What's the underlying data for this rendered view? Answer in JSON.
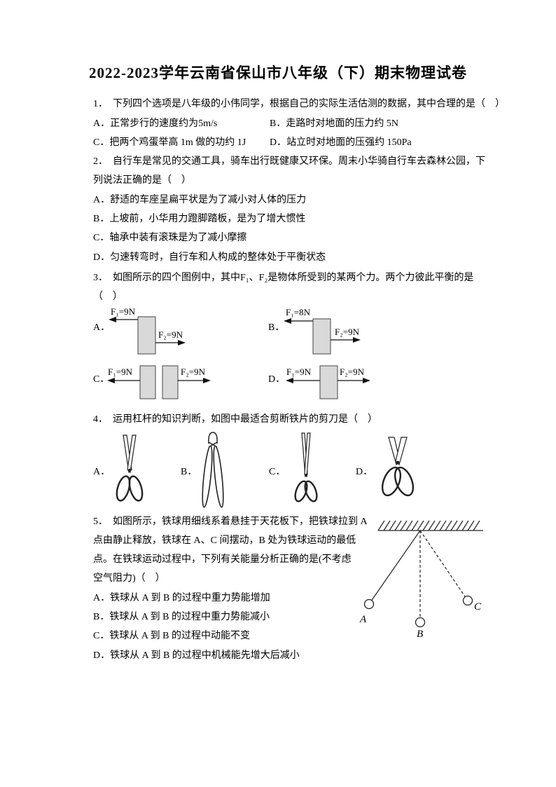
{
  "title": "2022-2023学年云南省保山市八年级（下）期末物理试卷",
  "q1": {
    "stem": "1．　下列四个选项是八年级的小伟同学，根据自己的实际生活估测的数据，其中合理的是（　）",
    "optA": "A．正常步行的速度约为5m/s",
    "optB": "B．走路时对地面的压力约 5N",
    "optC": "C．把两个鸡蛋举高 1m 做的功约 1J",
    "optD": "D．站立时对地面的压强约 150Pa"
  },
  "q2": {
    "stem_line1": "2．　自行车是常见的交通工具，骑车出行既健康又环保。周末小华骑自行车去森林公园，下",
    "stem_line2": "列说法正确的是（　）",
    "optA": "A．舒适的车座呈扁平状是为了减小对人体的压力",
    "optB": "B．上坡前，小华用力蹬脚踏板，是为了增大惯性",
    "optC": "C．轴承中装有滚珠是为了减小摩擦",
    "optD": "D．匀速转弯时，自行车和人构成的整体处于平衡状态"
  },
  "q3": {
    "stem_line1": "3．　如图所示的四个图例中，其中F₁、F₂是物体所受到的某两个力。两个力彼此平衡的是",
    "stem_line2": "（　）",
    "labelA": "A．",
    "labelB": "B．",
    "labelC": "C．",
    "labelD": "D．",
    "diagA": {
      "f1": "F₁=9N",
      "f2": "F₂=9N"
    },
    "diagB": {
      "f1": "F₁=8N",
      "f2": "F₂=9N"
    },
    "diagC": {
      "f1": "F₁=9N",
      "f2": "F₂=9N"
    },
    "diagD": {
      "f1": "F₁=9N",
      "f2": "F₂=9N"
    }
  },
  "q4": {
    "stem": "4．　运用杠杆的知识判断，如图中最适合剪断铁片的剪刀是（　）",
    "labelA": "A．",
    "labelB": "B．",
    "labelC": "C．",
    "labelD": "D．"
  },
  "q5": {
    "stem_line1": "5．　如图所示，铁球用细线系着悬挂于天花板下，把铁球拉到 A",
    "stem_line2": "点由静止释放，铁球在 A、C 间摆动，B 处为铁球运动的最低",
    "stem_line3": "点。在铁球运动过程中，下列有关能量分析正确的是(不考虑",
    "stem_line4": "空气阻力)（　）",
    "optA": "A．铁球从 A 到 B 的过程中重力势能增加",
    "optB": "B．铁球从 A 到 B 的过程中重力势能减小",
    "optC": "C．铁球从 A 到 B 的过程中动能不变",
    "optD": "D．铁球从 A 到 B 的过程中机械能先增大后减小",
    "pendulum": {
      "A": "A",
      "B": "B",
      "C": "C"
    }
  }
}
